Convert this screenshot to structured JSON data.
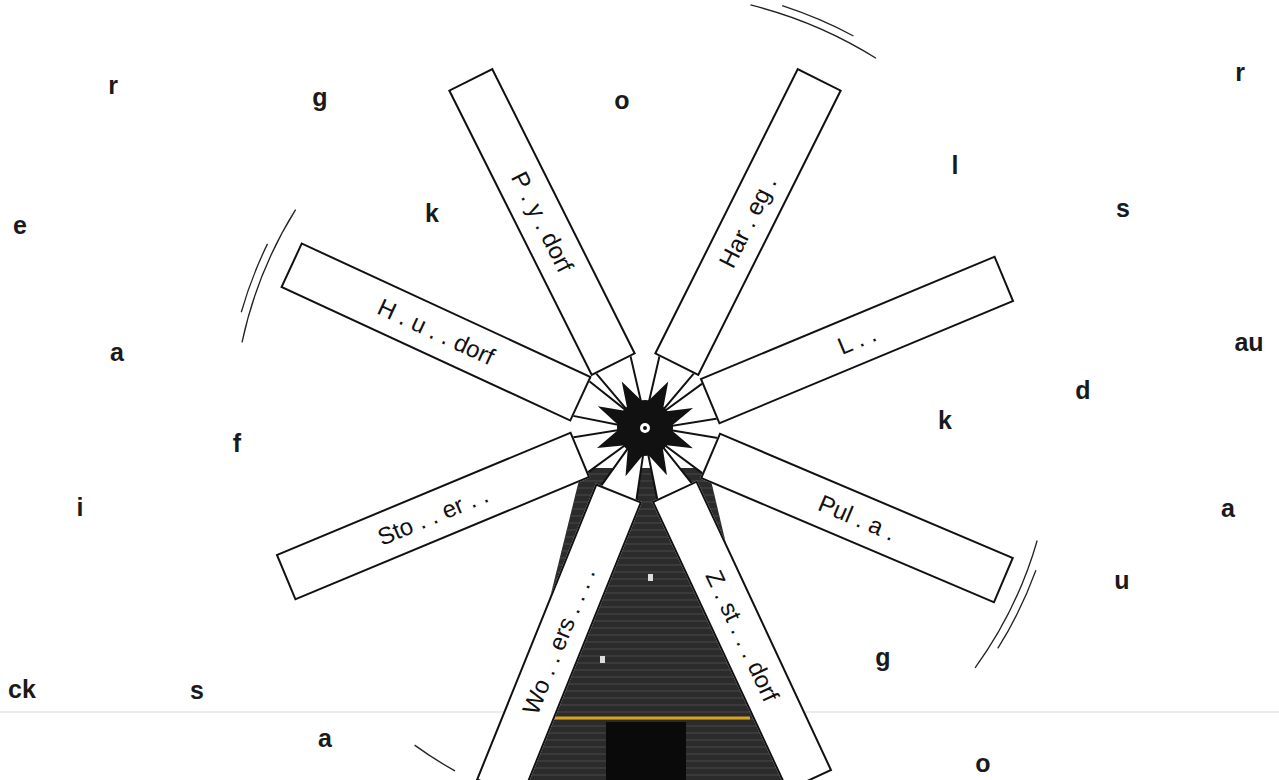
{
  "diagram": {
    "nodes": [
      {
        "text": [
          "P . y . dorf"
        ]
      },
      {
        "text": [
          "Har . eg ."
        ]
      },
      {
        "text": [
          "H . u . . dorf"
        ]
      },
      {
        "text": [
          "L . ."
        ]
      },
      {
        "text": [
          "Sto . . er . ."
        ]
      },
      {
        "text": [
          "Pul . a ."
        ]
      },
      {
        "text": [
          "Wo . . ers . . . ."
        ]
      },
      {
        "text": [
          "Z . st . . . dorf"
        ]
      }
    ],
    "labels": [
      "r",
      "g",
      "o",
      "r",
      "l",
      "e",
      "k",
      "s",
      "a",
      "au",
      "d",
      "k",
      "f",
      "i",
      "a",
      "u",
      "g",
      "ck",
      "s",
      "a",
      "o"
    ]
  }
}
